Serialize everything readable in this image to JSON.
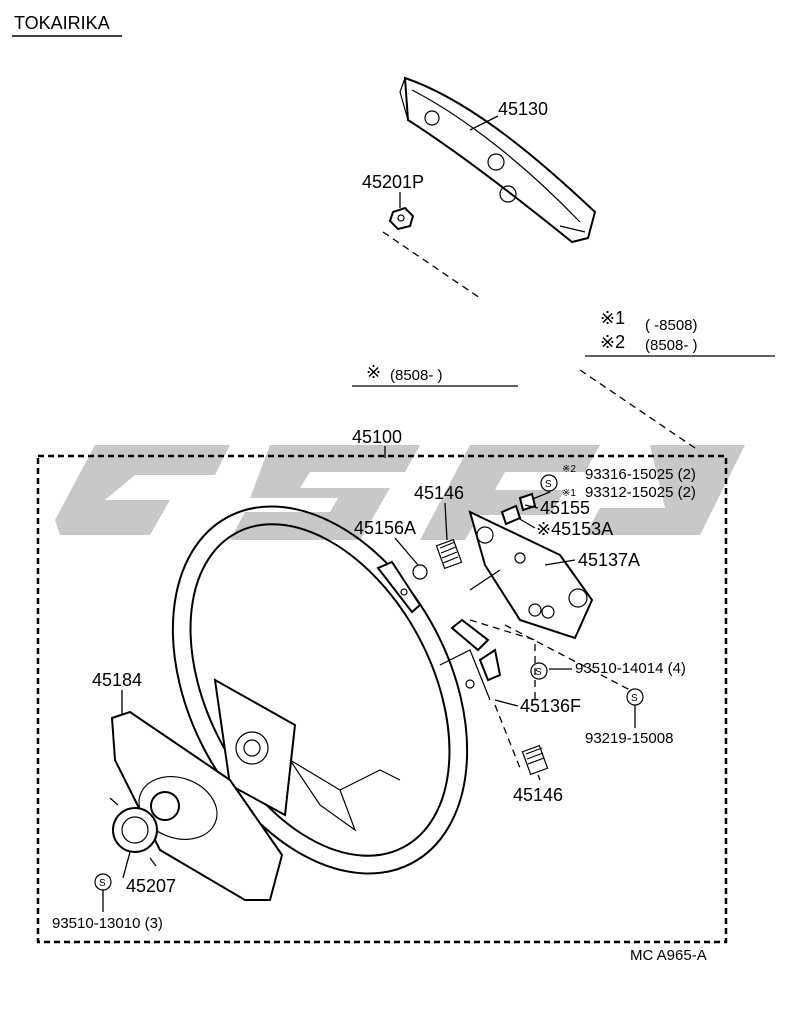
{
  "brand": "TOKAIRIKA",
  "diagram_code": "MC A965-A",
  "notes": {
    "n1_mark": "※1",
    "n1_range": "(        -8508)",
    "n2_mark": "※2",
    "n2_range": "(8508-        )",
    "n3_mark": "※",
    "n3_range": "(8508-        )"
  },
  "parts": {
    "p45130": "45130",
    "p45201P": "45201P",
    "p45100": "45100",
    "p45146_top": "45146",
    "p45156A": "45156A",
    "s93316_mark": "※2",
    "s93316": "93316-15025 (2)",
    "s93312_mark": "※1",
    "s93312": "93312-15025 (2)",
    "p45155": "45155",
    "p45153A": "※45153A",
    "p45137A": "45137A",
    "s93510_14014": "93510-14014 (4)",
    "s93219": "93219-15008",
    "p45136F": "45136F",
    "p45146_bottom": "45146",
    "p45184": "45184",
    "p45207": "45207",
    "s93510_13010": "93510-13010 (3)",
    "s_symbol": "S"
  }
}
